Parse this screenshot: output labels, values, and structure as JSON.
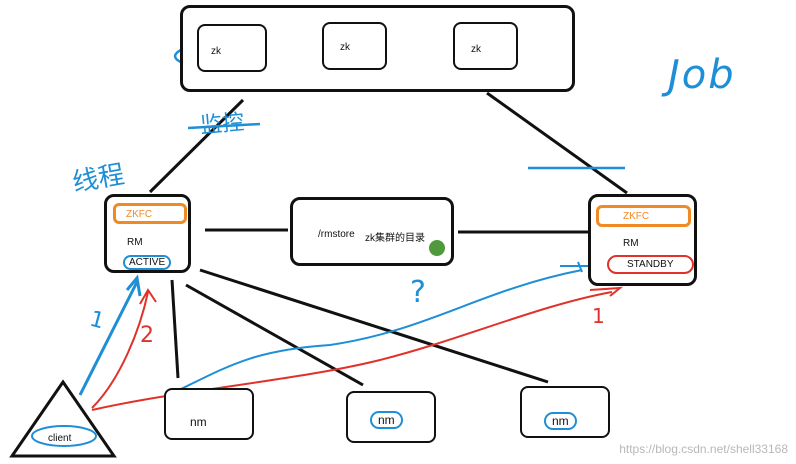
{
  "zk_cluster": {
    "nodes": [
      "zk",
      "zk",
      "zk"
    ]
  },
  "annotations": {
    "job": "Job",
    "left_blue_text": "线程",
    "top_blue_text": "监控"
  },
  "rm_active": {
    "zkfc": "ZKFC",
    "rm": "RM",
    "state": "ACTIVE"
  },
  "rm_standby": {
    "zkfc": "ZKFC",
    "rm": "RM",
    "state": "STANDBY"
  },
  "store": {
    "path": "/rmstore",
    "desc": "zk集群的目录"
  },
  "question": "?",
  "arrows": {
    "step1": "1",
    "step2": "2",
    "right_red": "1"
  },
  "client": "client",
  "nodemanagers": [
    "nm",
    "nm",
    "nm"
  ],
  "watermark": "https://blog.csdn.net/shell33168",
  "colors": {
    "blue": "#1e8fd6",
    "red": "#e0322a",
    "orange": "#f08a24",
    "black": "#111111"
  }
}
